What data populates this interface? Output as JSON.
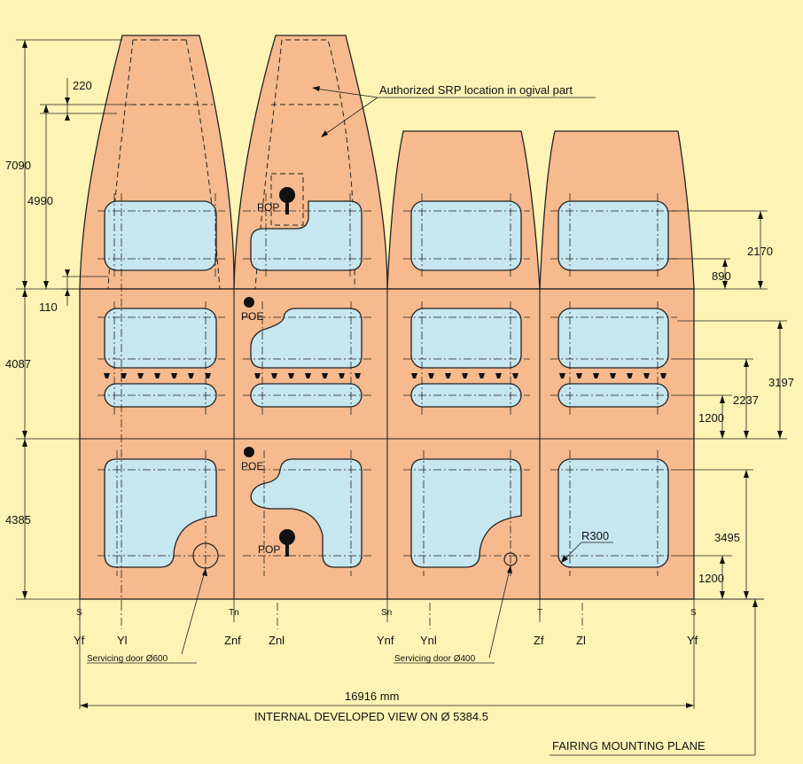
{
  "callout_srp": "Authorized SRP location in ogival part",
  "markers": {
    "pop": "POP",
    "poe": "POE"
  },
  "dims_left": {
    "total_ogive": "7090",
    "gap_top": "220",
    "srp_height": "4990",
    "gap_bottom": "110",
    "middle_band": "4087",
    "bottom_band": "4385"
  },
  "dims_right": {
    "top_window": "2170",
    "top_sill": "890",
    "mid_span": "3197",
    "mid_rail": "2237",
    "mid_sill": "1200",
    "bottom_window": "3495",
    "bottom_sill": "1200"
  },
  "radius_label": "R300",
  "axis_upper": [
    "S",
    "Tn",
    "Sn",
    "T",
    "S"
  ],
  "axis_lower": [
    "Yf",
    "Yl",
    "Znf",
    "Znl",
    "Ynf",
    "Ynl",
    "Zf",
    "Zl",
    "Yf"
  ],
  "servicing_door_600": "Servicing door Ø600",
  "servicing_door_400": "Servicing door Ø400",
  "total_width": "16916 mm",
  "view_caption": "INTERNAL DEVELOPED VIEW ON  Ø 5384.5",
  "fairing_plane": "FAIRING MOUNTING PLANE",
  "colors": {
    "background": "#fdf3b4",
    "skin": "#f6ba8e",
    "window": "#c6e6f0",
    "line": "#222222"
  }
}
